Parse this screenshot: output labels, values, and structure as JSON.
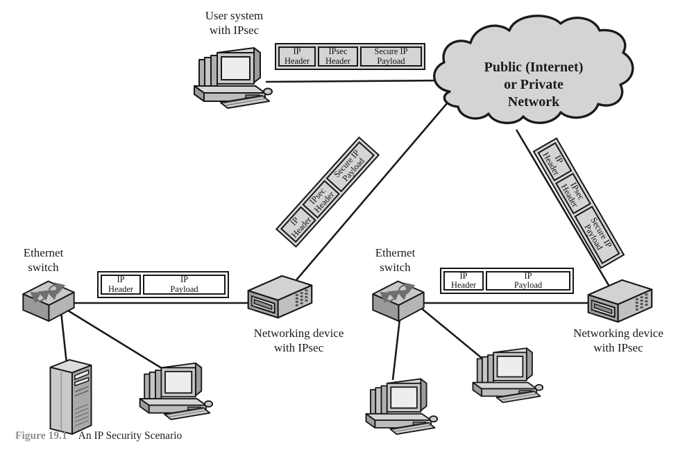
{
  "figure_caption": {
    "label": "Figure 19.1",
    "title": "An IP Security Scenario"
  },
  "cloud": {
    "line1": "Public (Internet)",
    "line2": "or Private",
    "line3": "Network"
  },
  "labels": {
    "user_system": {
      "line1": "User system",
      "line2": "with IPsec"
    },
    "ethernet_switch_left": {
      "line1": "Ethernet",
      "line2": "switch"
    },
    "ethernet_switch_right": {
      "line1": "Ethernet",
      "line2": "switch"
    },
    "networking_device_left": {
      "line1": "Networking device",
      "line2": "with IPsec"
    },
    "networking_device_right": {
      "line1": "Networking device",
      "line2": "with IPsec"
    }
  },
  "packets": {
    "ipsec_user": {
      "cells": [
        {
          "line1": "IP",
          "line2": "Header"
        },
        {
          "line1": "IPsec",
          "line2": "Header"
        },
        {
          "line1": "Secure IP",
          "line2": "Payload"
        }
      ]
    },
    "ipsec_left_link": {
      "cells": [
        {
          "line1": "IP",
          "line2": "Header"
        },
        {
          "line1": "IPsec",
          "line2": "Header"
        },
        {
          "line1": "Secure IP",
          "line2": "Payload"
        }
      ]
    },
    "ipsec_right_link": {
      "cells": [
        {
          "line1": "IP",
          "line2": "Header"
        },
        {
          "line1": "IPsec",
          "line2": "Header"
        },
        {
          "line1": "Secure IP",
          "line2": "Payload"
        }
      ]
    },
    "ip_lan_left": {
      "cells": [
        {
          "line1": "IP",
          "line2": "Header"
        },
        {
          "line1": "IP",
          "line2": "Payload"
        }
      ]
    },
    "ip_lan_right": {
      "cells": [
        {
          "line1": "IP",
          "line2": "Header"
        },
        {
          "line1": "IP",
          "line2": "Payload"
        }
      ]
    }
  },
  "colors": {
    "shape_fill": "#d4d4d4",
    "plain_packet_fill": "#ffffff",
    "line": "#1a1a1a",
    "caption_label": "#8d9091"
  }
}
